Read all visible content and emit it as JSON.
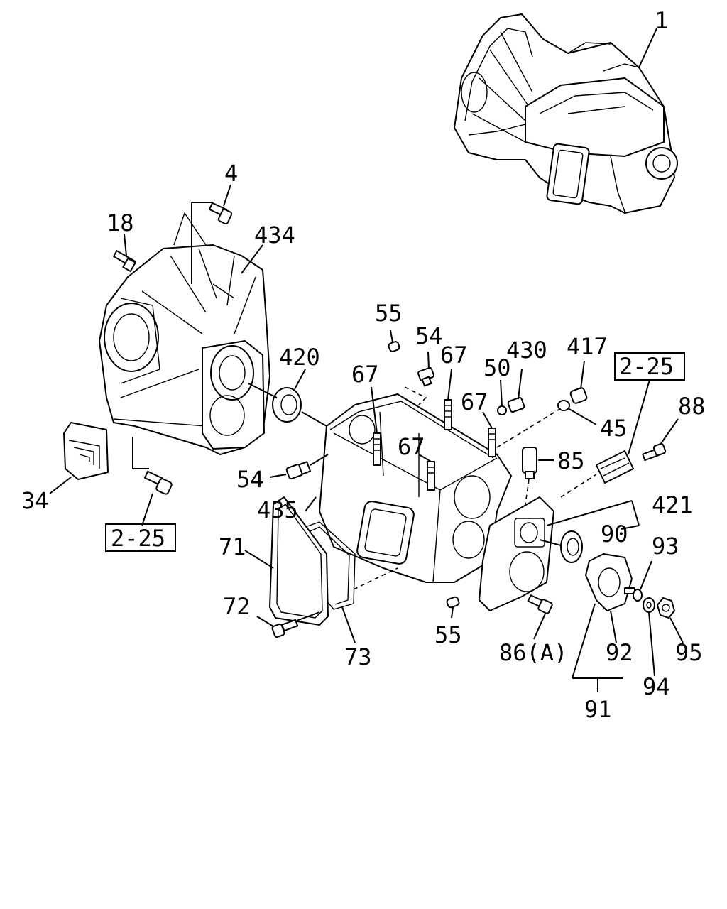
{
  "labels": {
    "p1": "1",
    "p4": "4",
    "p18": "18",
    "p434": "434",
    "p55_top": "55",
    "p54_top": "54",
    "p67_a": "67",
    "p430": "430",
    "p417": "417",
    "ref_top": "2-25",
    "p420": "420",
    "p67_b": "67",
    "p50": "50",
    "p67_c": "67",
    "p88": "88",
    "p45": "45",
    "p67_d": "67",
    "p85": "85",
    "p54_left": "54",
    "p34": "34",
    "p435": "435",
    "p421": "421",
    "ref_bottom": "2-25",
    "p90": "90",
    "p71": "71",
    "p93": "93",
    "p72": "72",
    "p55_bottom": "55",
    "p86a": "86(A)",
    "p92": "92",
    "p95": "95",
    "p73": "73",
    "p94": "94",
    "p91": "91"
  },
  "colors": {
    "ink": "#000000",
    "paper": "#ffffff"
  }
}
